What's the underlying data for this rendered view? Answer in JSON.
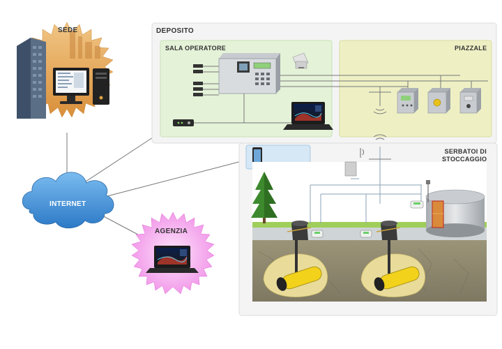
{
  "labels": {
    "sede": "SEDE",
    "internet": "INTERNET",
    "agenzia": "AGENZIA",
    "deposito": "DEPOSITO",
    "sala_operatore": "SALA OPERATORE",
    "piazzale": "PIAZZALE",
    "serbatoi_line1": "SERBATOI DI",
    "serbatoi_line2": "STOCCAGGIO"
  },
  "colors": {
    "sede_burst": "#e9a95a",
    "agenzia_burst": "#f6a6f0",
    "internet_cloud": "#3d8fd8",
    "sala_panel": "#e4f2d8",
    "piazzale_panel": "#eef0c4",
    "mobile_panel": "#d6e7f5",
    "ground": "#8c8570",
    "tank_sand": "#e9dc9a",
    "tank_yellow": "#f2d21a"
  }
}
